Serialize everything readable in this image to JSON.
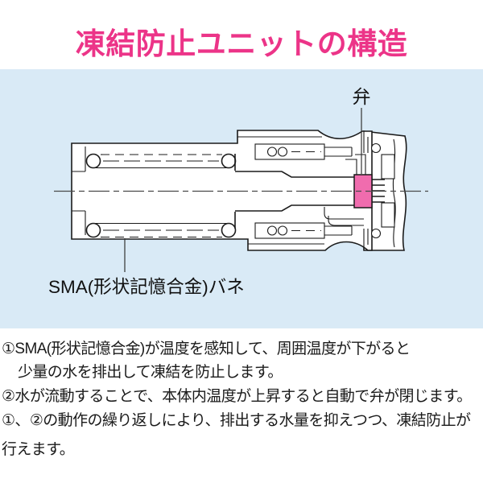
{
  "title": "凍結防止ユニットの構造",
  "colors": {
    "title_pink": "#EC3488",
    "valve_pink": "#F06CAE",
    "panel_blue": "#D9EAF6",
    "line_black": "#1B1B1B"
  },
  "diagram": {
    "valve_label": "弁",
    "spring_label": "SMA(形状記憶合金)バネ"
  },
  "description": {
    "lines": [
      "①SMA(形状記憶合金)が温度を感知して、周囲温度が下がると",
      "少量の水を排出して凍結を防止します。",
      "②水が流動することで、本体内温度が上昇すると自動で弁が閉じます。",
      "①、②の動作の繰り返しにより、排出する水量を抑えつつ、凍結防止が",
      "行えます。"
    ]
  }
}
